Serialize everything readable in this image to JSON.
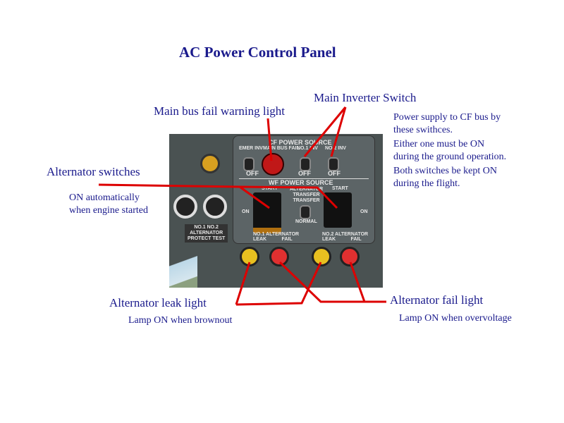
{
  "title": "AC Power Control Panel",
  "annotations": {
    "main_bus_fail": "Main bus fail warning light",
    "main_inverter": "Main Inverter Switch",
    "alt_switches": "Alternator switches",
    "alt_switches_note": [
      "ON automatically",
      "when engine started"
    ],
    "cf_note": [
      "Power supply to CF bus by",
      "these swithces.",
      "Either one must be ON",
      "during the ground operation.",
      "Both switches be kept ON",
      "during the flight."
    ],
    "alt_leak": "Alternator leak light",
    "alt_leak_note": "Lamp ON when brownout",
    "alt_fail": "Alternator fail light",
    "alt_fail_note": "Lamp ON when overvoltage"
  },
  "panel": {
    "cf_header": "CF POWER SOURCE",
    "emer_inv": "EMER INV",
    "main_bus_fail": "MAIN BUS FAIL",
    "no1_inv": "NO.1 INV",
    "no2_inv": "NO.2 INV",
    "on": "ON",
    "off": "OFF",
    "wf_header": "WF POWER SOURCE",
    "start": "START",
    "alt_transfer": [
      "ALTERNATOR",
      "TRANSFER",
      "TRANSFER"
    ],
    "normal": "NORMAL",
    "no1": "NO.1",
    "no2": "NO.2",
    "alternator": "ALTERNATOR",
    "leak": "LEAK",
    "fail": "FAIL",
    "protect": [
      "NO.1   NO.2",
      "ALTERNATOR",
      "PROTECT TEST"
    ]
  },
  "colors": {
    "text": "#1a1a8c",
    "line": "#dd0000"
  }
}
